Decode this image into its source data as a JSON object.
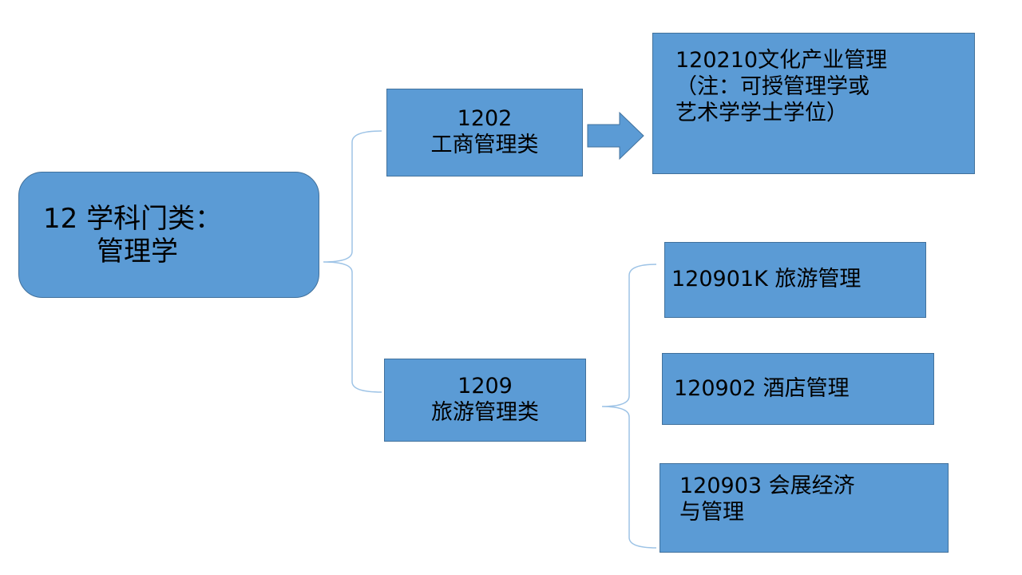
{
  "root": {
    "lines": [
      "12 学科门类：",
      "管理学"
    ]
  },
  "categories": [
    {
      "lines": [
        "1202",
        "工商管理类"
      ]
    },
    {
      "lines": [
        "1209",
        "旅游管理类"
      ]
    }
  ],
  "majors": [
    {
      "lines": [
        "120210文化产业管理",
        "（注：可授管理学或",
        "艺术学学士学位）"
      ]
    },
    {
      "lines": [
        "120901K 旅游管理"
      ]
    },
    {
      "lines": [
        "120902 酒店管理"
      ]
    },
    {
      "lines": [
        "120903 会展经济",
        "与管理"
      ]
    }
  ],
  "colors": {
    "box_fill": "#5b9bd5",
    "box_border": "#41719c",
    "connector": "#9dc3e6",
    "arrow_fill": "#5b9bd5"
  }
}
